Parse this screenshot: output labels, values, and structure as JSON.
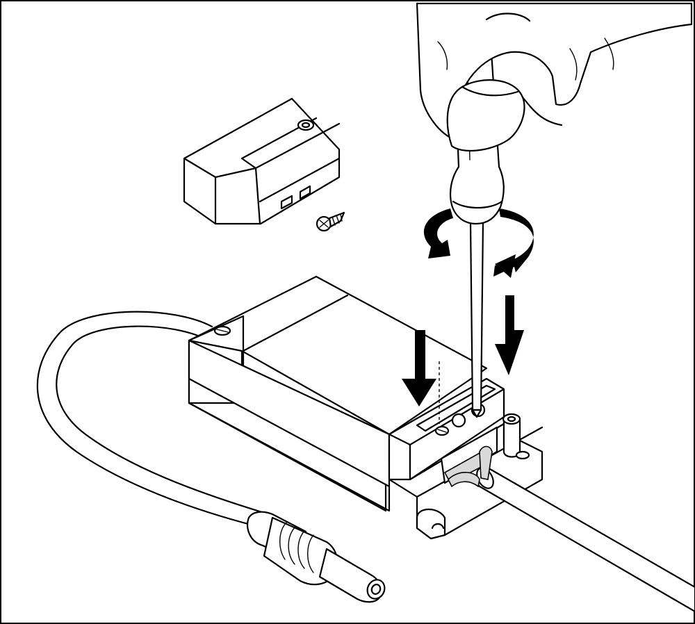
{
  "figure": {
    "description_visible_text": "",
    "colors": {
      "line": "#000000",
      "background": "#ffffff",
      "wire_fill": "#d9d9d9"
    }
  },
  "parts": [
    {
      "id": "cover",
      "icon": "terminal-cover-icon"
    },
    {
      "id": "screw",
      "icon": "screw-icon"
    },
    {
      "id": "driver-box",
      "icon": "driver-box-icon"
    },
    {
      "id": "cable",
      "icon": "cable-icon"
    },
    {
      "id": "dc-plug",
      "icon": "dc-plug-icon"
    },
    {
      "id": "screwdriver",
      "icon": "screwdriver-icon"
    },
    {
      "id": "hand",
      "icon": "hand-icon"
    },
    {
      "id": "rotation-arrows",
      "icon": "rotate-arrow-icon"
    },
    {
      "id": "down-arrows",
      "icon": "arrow-down-icon"
    },
    {
      "id": "supply-cable",
      "icon": "supply-cable-icon"
    }
  ]
}
